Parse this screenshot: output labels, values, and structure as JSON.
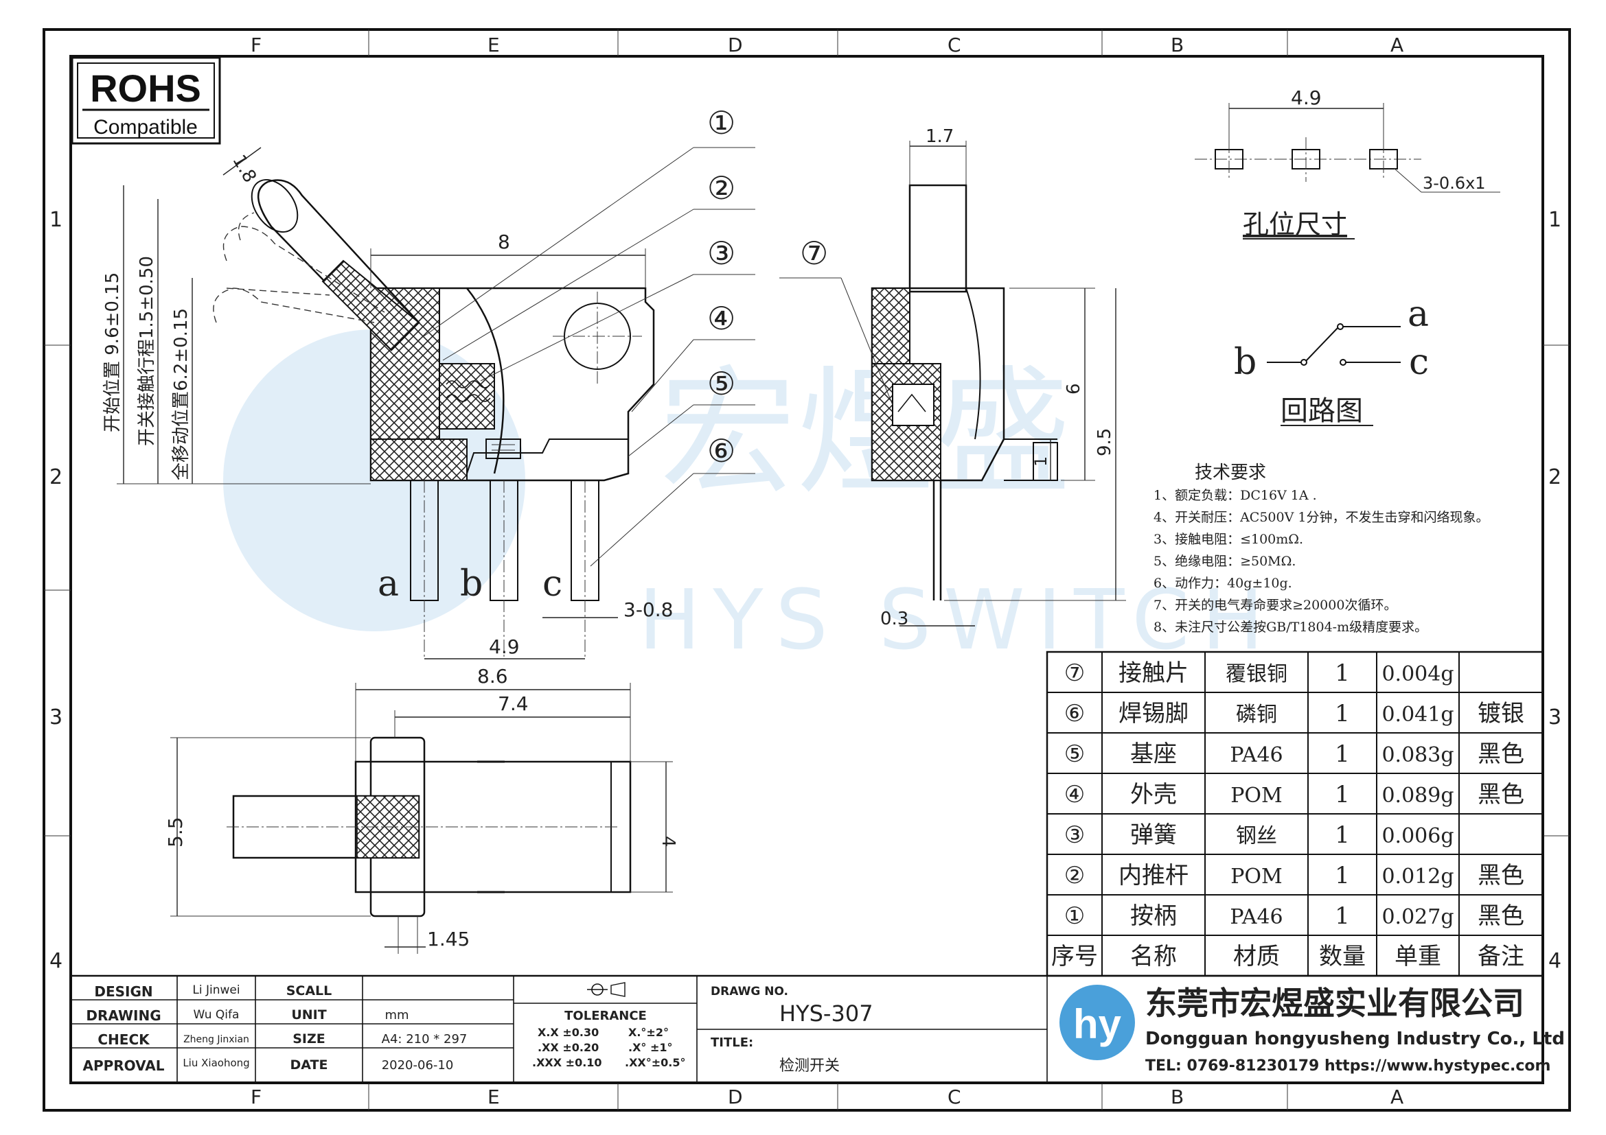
{
  "border": {
    "col_labels": [
      "F",
      "E",
      "D",
      "C",
      "B",
      "A"
    ],
    "row_labels": [
      "1",
      "2",
      "3",
      "4"
    ]
  },
  "rohs": {
    "title": "ROHS",
    "subtitle": "Compatible"
  },
  "watermark": {
    "cn": "宏煜盛",
    "en": "HYS SWITCH"
  },
  "balloons": [
    "①",
    "②",
    "③",
    "④",
    "⑤",
    "⑥",
    "⑦"
  ],
  "front_view": {
    "dims": {
      "width_top": "8",
      "width_18": "1.8",
      "start_pos": "开始位置 9.6±0.15",
      "contact_travel": "开关接触行程1.5±0.50",
      "full_travel": "全移动位置6.2±0.15",
      "pin_pitch": "4.9",
      "pin_size": "3-0.8"
    },
    "pin_labels": [
      "a",
      "b",
      "c"
    ]
  },
  "side_view": {
    "dims": {
      "top": "1.7",
      "h6": "6",
      "h95": "9.5",
      "h1": "1",
      "pin": "0.3"
    }
  },
  "bottom_view": {
    "dims": {
      "w86": "8.6",
      "w74": "7.4",
      "h55": "5.5",
      "h4": "4",
      "w145": "1.45"
    }
  },
  "hole_layout": {
    "pitch": "4.9",
    "holes": "3-0.6x1",
    "title": "孔位尺寸"
  },
  "circuit": {
    "a": "a",
    "b": "b",
    "c": "c",
    "title": "回路图"
  },
  "tech_req": {
    "title": "技术要求",
    "items": [
      "1、额定负载：DC16V 1A .",
      "4、开关耐压：AC500V 1分钟，不发生击穿和闪络现象。",
      "3、接触电阻：≤100mΩ.",
      "5、绝缘电阻：≥50MΩ.",
      "6、动作力：40g±10g.",
      "7、开关的电气寿命要求≥20000次循环。",
      "8、未注尺寸公差按GB/T1804-m级精度要求。"
    ]
  },
  "bom": {
    "rows": [
      {
        "no": "⑦",
        "name": "接触片",
        "material": "覆银铜",
        "qty": "1",
        "weight": "0.004g",
        "note": ""
      },
      {
        "no": "⑥",
        "name": "焊锡脚",
        "material": "磷铜",
        "qty": "1",
        "weight": "0.041g",
        "note": "镀银"
      },
      {
        "no": "⑤",
        "name": "基座",
        "material": "PA46",
        "qty": "1",
        "weight": "0.083g",
        "note": "黑色"
      },
      {
        "no": "④",
        "name": "外壳",
        "material": "POM",
        "qty": "1",
        "weight": "0.089g",
        "note": "黑色"
      },
      {
        "no": "③",
        "name": "弹簧",
        "material": "钢丝",
        "qty": "1",
        "weight": "0.006g",
        "note": ""
      },
      {
        "no": "②",
        "name": "内推杆",
        "material": "POM",
        "qty": "1",
        "weight": "0.012g",
        "note": "黑色"
      },
      {
        "no": "①",
        "name": "按柄",
        "material": "PA46",
        "qty": "1",
        "weight": "0.027g",
        "note": "黑色"
      }
    ],
    "header": {
      "no": "序号",
      "name": "名称",
      "material": "材质",
      "qty": "数量",
      "weight": "单重",
      "note": "备注"
    }
  },
  "title_block": {
    "labels": [
      "DESIGN",
      "DRAWING",
      "CHECK",
      "APPROVAL"
    ],
    "people": [
      "Li Jinwei",
      "Wu Qifa",
      "Zheng Jinxian",
      "Liu Xiaohong"
    ],
    "keys": [
      "SCALL",
      "UNIT",
      "SIZE",
      "DATE"
    ],
    "values": [
      "",
      "mm",
      "A4: 210 * 297",
      "2020-06-10"
    ],
    "tolerance": {
      "title": "TOLERANCE",
      "rows": [
        [
          "X.X  ±0.30",
          "X.°±2°"
        ],
        [
          ".XX  ±0.20",
          ".X° ±1°"
        ],
        [
          ".XXX ±0.10",
          ".XX°±0.5°"
        ]
      ]
    },
    "drawg_no_label": "DRAWG NO.",
    "drawg_no": "HYS-307",
    "title_label": "TITLE:",
    "title": "检测开关",
    "company_cn": "东莞市宏煜盛实业有限公司",
    "company_en": "Dongguan hongyusheng Industry Co., Ltd",
    "contact": "TEL: 0769-81230179   https://www.hystypec.com"
  }
}
